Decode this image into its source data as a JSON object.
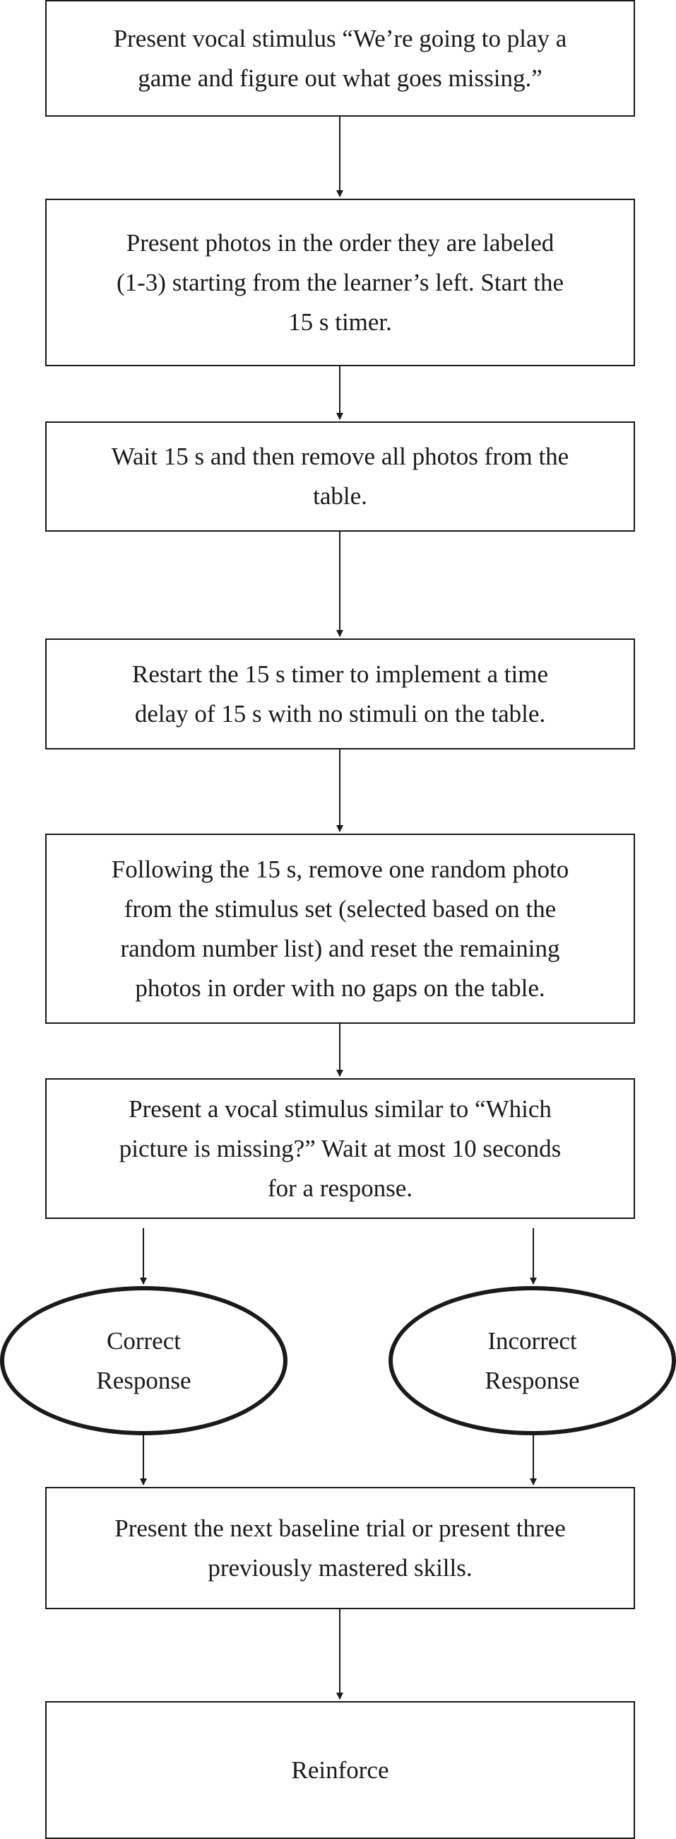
{
  "steps": {
    "s1": [
      "Present vocal stimulus “We’re going to play a",
      "game and figure out what goes missing.”"
    ],
    "s2": [
      "Present photos in the order they are labeled",
      "(1-3) starting from the learner’s left. Start the",
      "15 s timer."
    ],
    "s3": [
      "Wait 15 s and then remove all photos from the",
      "table."
    ],
    "s4": [
      "Restart the 15 s timer to implement a time",
      "delay of 15 s with no stimuli on the table."
    ],
    "s5": [
      "Following the 15 s, remove one random photo",
      "from the stimulus set (selected based on the",
      "random number list) and reset the remaining",
      "photos in order with no gaps on the table."
    ],
    "s6": [
      "Present a vocal stimulus similar to “Which",
      "picture is missing?” Wait at most 10 seconds",
      "for a response."
    ],
    "s7": [
      "Present the next baseline trial or present three",
      "previously mastered skills."
    ],
    "s8": [
      "Reinforce"
    ]
  },
  "outcomes": {
    "correct": [
      "Correct",
      "Response"
    ],
    "incorrect": [
      "Incorrect",
      "Response"
    ]
  }
}
